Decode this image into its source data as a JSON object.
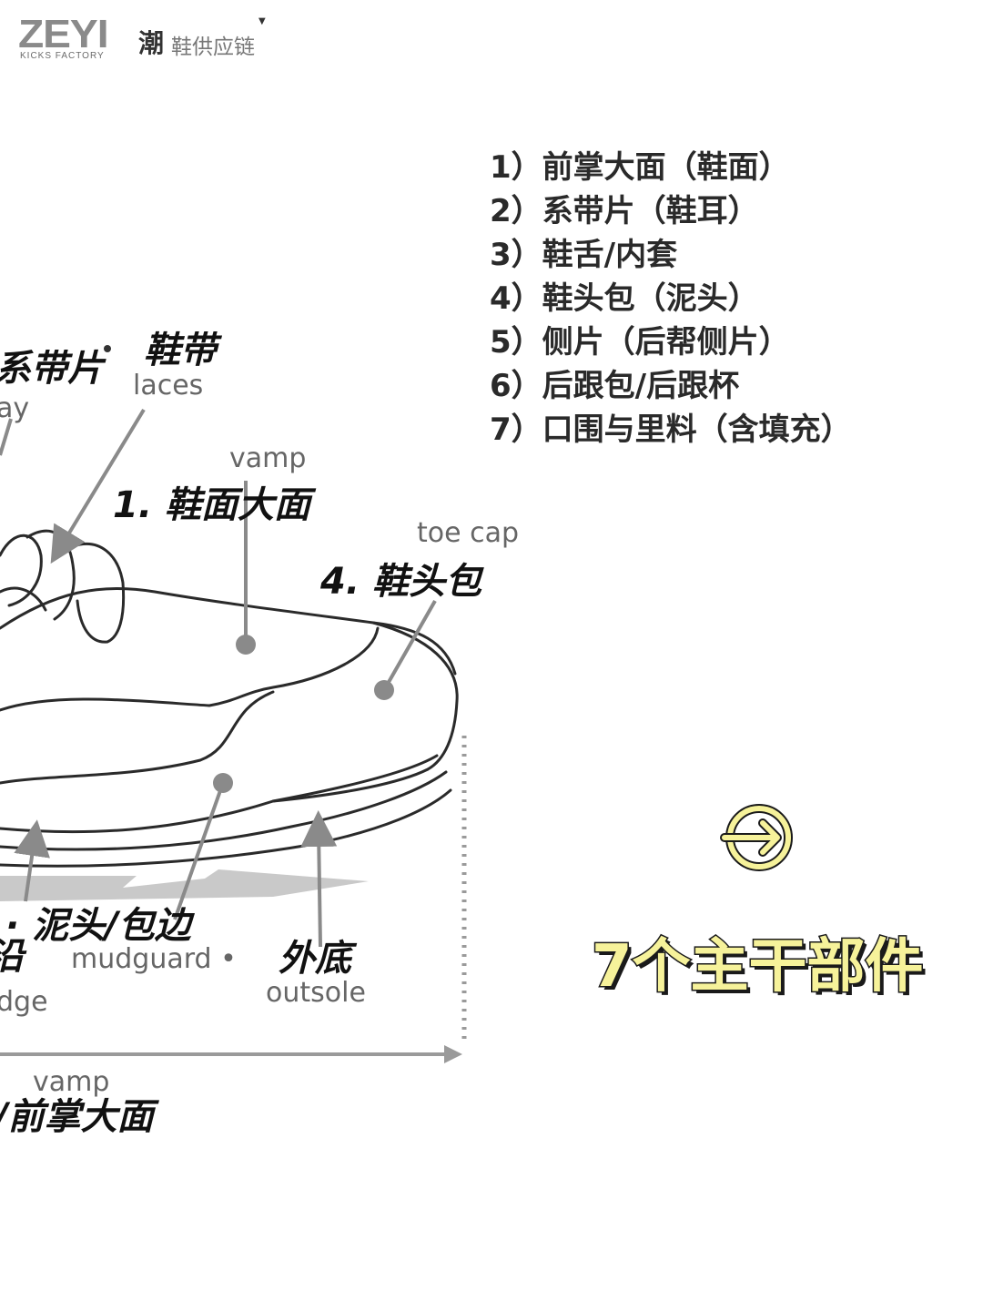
{
  "logo": {
    "brand": "ZEYI",
    "sub": "KICKS FACTORY",
    "chao": "潮",
    "chain": "鞋供应链",
    "marker": "▼"
  },
  "diagram": {
    "labels": {
      "eyestay_cn": "系带片",
      "eyestay_en": "ay",
      "laces_cn": "鞋带",
      "laces_en": "laces",
      "vamp_en": "vamp",
      "vamp_cn": "1. 鞋面大面",
      "toecap_en": "toe cap",
      "toecap_cn": "4. 鞋头包",
      "foxing_cn": "沿",
      "foxing_en": "dge",
      "mudguard_cn": "·  泥头/包边",
      "mudguard_en": "mudguard •",
      "outsole_cn": "外底",
      "outsole_en": "outsole",
      "vamp2_en": "vamp",
      "vamp2_cn": "/前掌大面"
    }
  },
  "parts": [
    "1）前掌大面（鞋面）",
    "2）系带片（鞋耳）",
    "3）鞋舌/内套",
    "4）鞋头包（泥头）",
    "5）侧片（后帮侧片）",
    "6）后跟包/后跟杯",
    "7）口围与里料（含填充）"
  ],
  "summary": {
    "title": "7个主干部件",
    "icon": "arrow-right-circle-icon",
    "icon_color": "#f6f29a"
  }
}
